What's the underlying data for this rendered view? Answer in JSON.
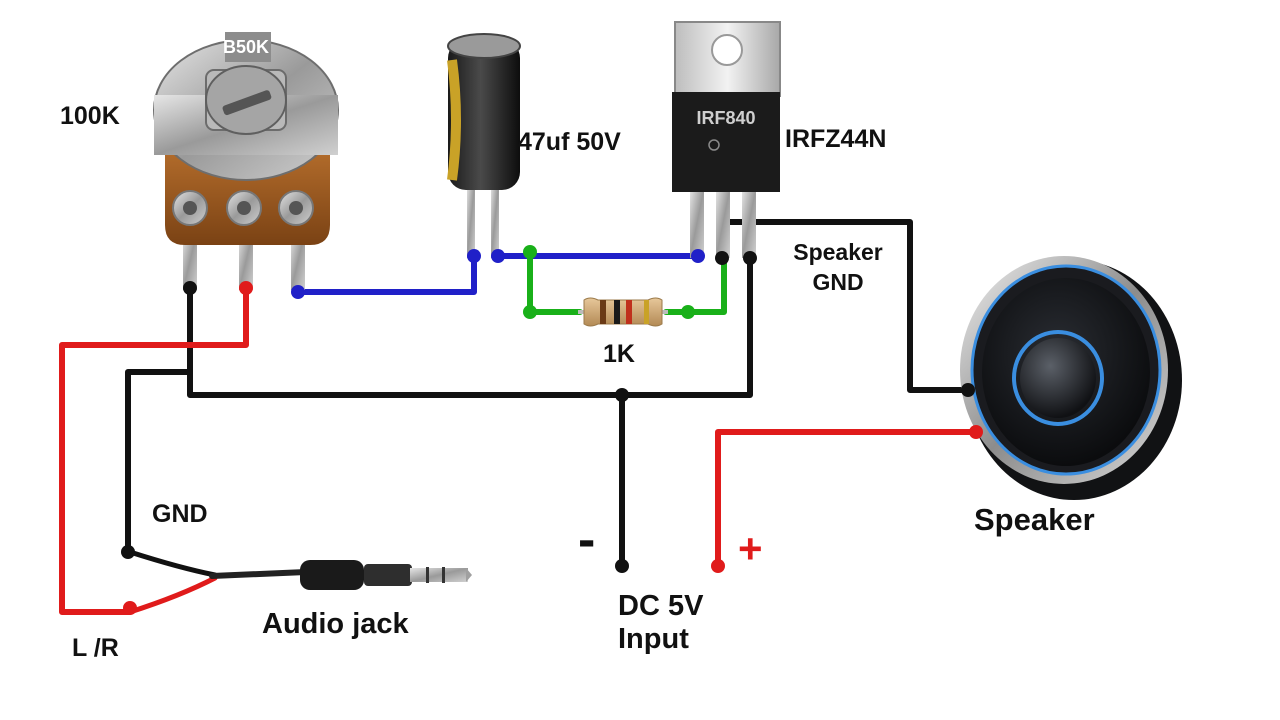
{
  "labels": {
    "pot_value": "100K",
    "pot_marking": "B50K",
    "capacitor": "47uf 50V",
    "transistor": "IRFZ44N",
    "transistor_marking": "IRF840",
    "resistor": "1K",
    "speaker_gnd_line1": "Speaker",
    "speaker_gnd_line2": "GND",
    "speaker": "Speaker",
    "gnd": "GND",
    "lr": "L /R",
    "audio_jack": "Audio jack",
    "dc_line1": "DC 5V",
    "dc_line2": "Input",
    "minus": "-",
    "plus": "+"
  },
  "colors": {
    "wire_black": "#111111",
    "wire_red": "#e01b1b",
    "wire_blue": "#2020c8",
    "wire_green": "#19b019",
    "plus_sign": "#e01b1b",
    "minus_sign": "#111111",
    "speaker_ring": "#3a8ee0"
  }
}
